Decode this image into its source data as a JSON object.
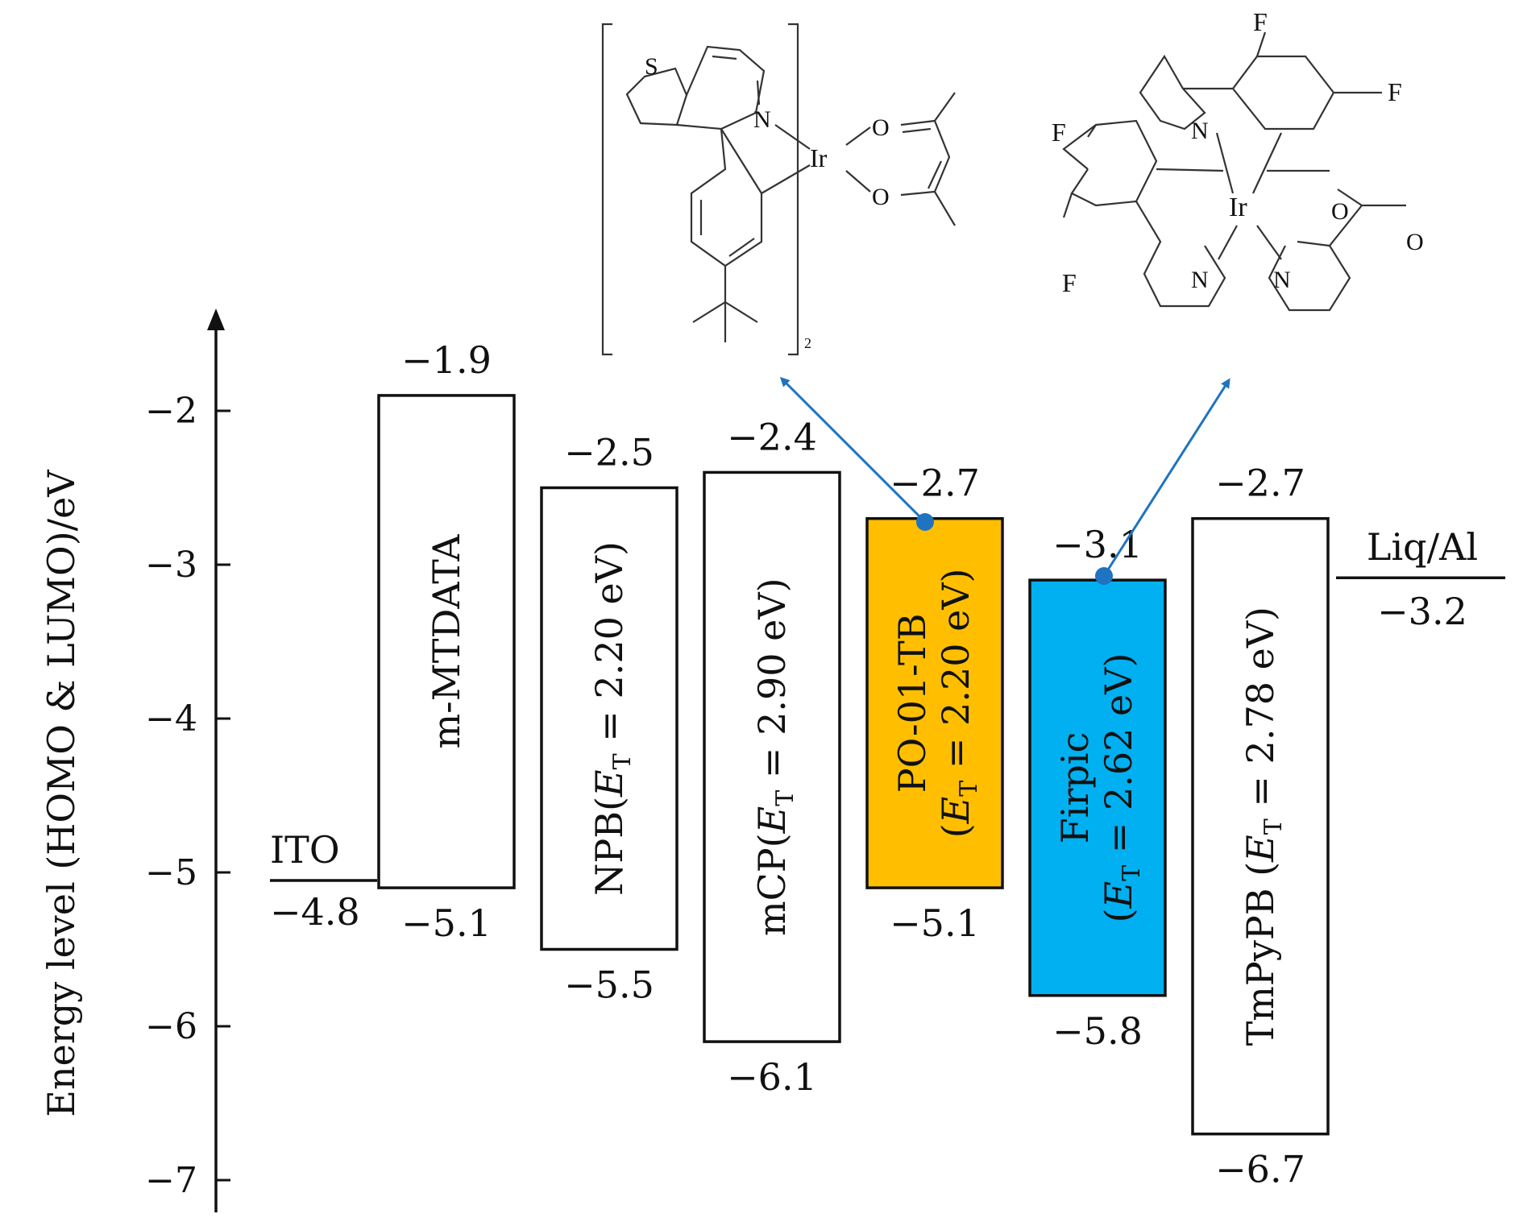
{
  "axis": {
    "label": "Energy level (HOMO & LUMO)/eV",
    "ticks": [
      -2,
      -3,
      -4,
      -5,
      -6,
      -7
    ],
    "tick_labels": [
      "−2",
      "−3",
      "−4",
      "−5",
      "−6",
      "−7"
    ]
  },
  "electrodes": [
    {
      "id": "ito",
      "name": "ITO",
      "level": -4.8,
      "level_label": "−4.8"
    },
    {
      "id": "cathode",
      "name": "Liq/Al",
      "level": -3.2,
      "level_label": "−3.2"
    }
  ],
  "layers": [
    {
      "id": "mmtdata",
      "line1": "m-MTDATA",
      "line2": "",
      "lumo": -1.9,
      "homo": -5.1,
      "lumo_label": "−1.9",
      "homo_label": "−5.1",
      "fill": "#ffffff"
    },
    {
      "id": "npb",
      "line1": "NPB(",
      "sub": "T",
      "line1_tail": " = 2.20 eV)",
      "line2": "",
      "lumo": -2.5,
      "homo": -5.5,
      "lumo_label": "−2.5",
      "homo_label": "−5.5",
      "fill": "#ffffff"
    },
    {
      "id": "mcp",
      "line1": "mCP(",
      "sub": "T",
      "line1_tail": " = 2.90 eV)",
      "line2": "",
      "lumo": -2.4,
      "homo": -6.1,
      "lumo_label": "−2.4",
      "homo_label": "−6.1",
      "fill": "#ffffff"
    },
    {
      "id": "po01tb",
      "line1": "PO-01-TB",
      "line2": "(",
      "sub": "T",
      "line2_tail": " = 2.20 eV)",
      "lumo": -2.7,
      "homo": -5.1,
      "lumo_label": "−2.7",
      "homo_label": "−5.1",
      "fill": "#ffbf00"
    },
    {
      "id": "firpic",
      "line1": "Firpic",
      "line2": "(",
      "sub": "T",
      "line2_tail": " = 2.62 eV)",
      "lumo": -3.1,
      "homo": -5.8,
      "lumo_label": "−3.1",
      "homo_label": "−5.8",
      "fill": "#00b0f0"
    },
    {
      "id": "tmpypb",
      "line1": "TmPyPB (",
      "sub": "T",
      "line1_tail": " = 2.78 eV)",
      "line2": "",
      "lumo": -2.7,
      "homo": -6.7,
      "lumo_label": "−2.7",
      "homo_label": "−6.7",
      "fill": "#ffffff"
    }
  ],
  "energy_symbol": "E",
  "colors": {
    "arrow": "#1f73c0",
    "stroke": "#111111"
  },
  "molecule_left": {
    "atoms": [
      "S",
      "N",
      "Ir",
      "O",
      "O"
    ],
    "subscript": "2"
  },
  "molecule_right": {
    "atoms": [
      "F",
      "F",
      "F",
      "F",
      "N",
      "N",
      "N",
      "Ir",
      "O",
      "O"
    ]
  }
}
